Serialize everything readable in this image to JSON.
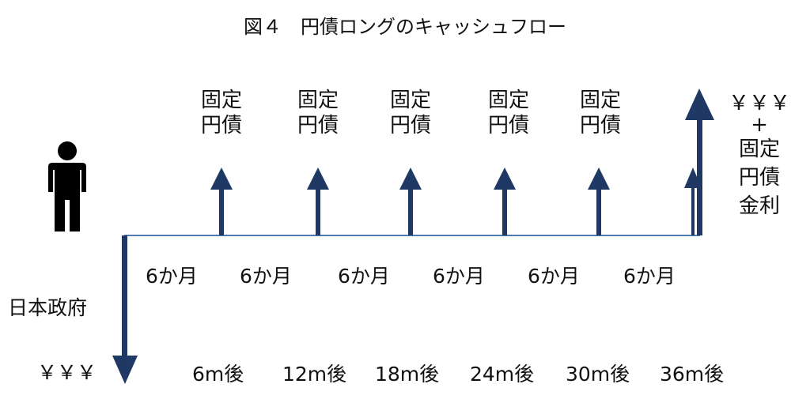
{
  "title": "図４　円債ロングのキャッシュフロー",
  "colors": {
    "arrow": "#1f3864",
    "axis": "#4f7ab3",
    "person": "#000000"
  },
  "icons": {
    "person": "person-icon"
  },
  "payer": "日本政府",
  "initial_payment": "￥￥￥",
  "coupon_label": [
    "固定",
    "円債"
  ],
  "final_label": [
    "￥￥￥",
    "+",
    "固定",
    "円債",
    "金利"
  ],
  "periods": [
    "6か月",
    "6か月",
    "6か月",
    "6か月",
    "6か月",
    "6か月"
  ],
  "times": [
    "6m後",
    "12m後",
    "18m後",
    "24m後",
    "30m後",
    "36m後"
  ]
}
